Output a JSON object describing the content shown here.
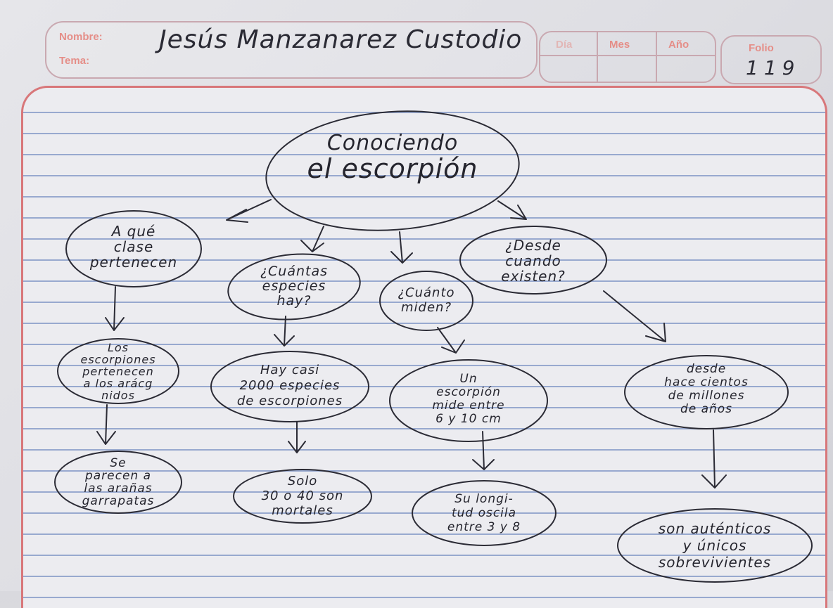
{
  "header": {
    "nombre_label": "Nombre:",
    "nombre_value": "Jesús Manzanarez Custodio",
    "tema_label": "Tema:",
    "dia_label": "Día",
    "mes_label": "Mes",
    "anio_label": "Año",
    "folio_label": "Folio",
    "folio_value": "119"
  },
  "diagram": {
    "center": {
      "lines": [
        "Conociendo",
        "el escorpión"
      ]
    },
    "q1": {
      "lines": [
        "A qué",
        "clase",
        "pertenecen"
      ]
    },
    "a1": {
      "lines": [
        "Los",
        "escorpiones",
        "pertenecen",
        "a los arácg",
        "nidos"
      ]
    },
    "b1": {
      "lines": [
        "Se",
        "parecen a",
        "las arañas",
        "garrapatas"
      ]
    },
    "q2": {
      "lines": [
        "¿Cuántas",
        "especies",
        "hay?"
      ]
    },
    "a2": {
      "lines": [
        "Hay casi",
        "2000 especies",
        "de escorpiones"
      ]
    },
    "b2": {
      "lines": [
        "Solo",
        "30 o 40 son",
        "mortales"
      ]
    },
    "q3": {
      "lines": [
        "¿Cuánto",
        "miden?"
      ]
    },
    "a3": {
      "lines": [
        "Un",
        "escorpión",
        "mide entre",
        "6 y 10 cm"
      ]
    },
    "b3": {
      "lines": [
        "Su longi-",
        "tud oscila",
        "entre 3 y 8"
      ]
    },
    "q4": {
      "lines": [
        "¿Desde",
        "cuando",
        "existen?"
      ]
    },
    "a4": {
      "lines": [
        "desde",
        "hace cientos",
        "de millones",
        "de años"
      ]
    },
    "b4": {
      "lines": [
        "son auténticos",
        "y únicos",
        "sobrevivientes"
      ]
    }
  }
}
